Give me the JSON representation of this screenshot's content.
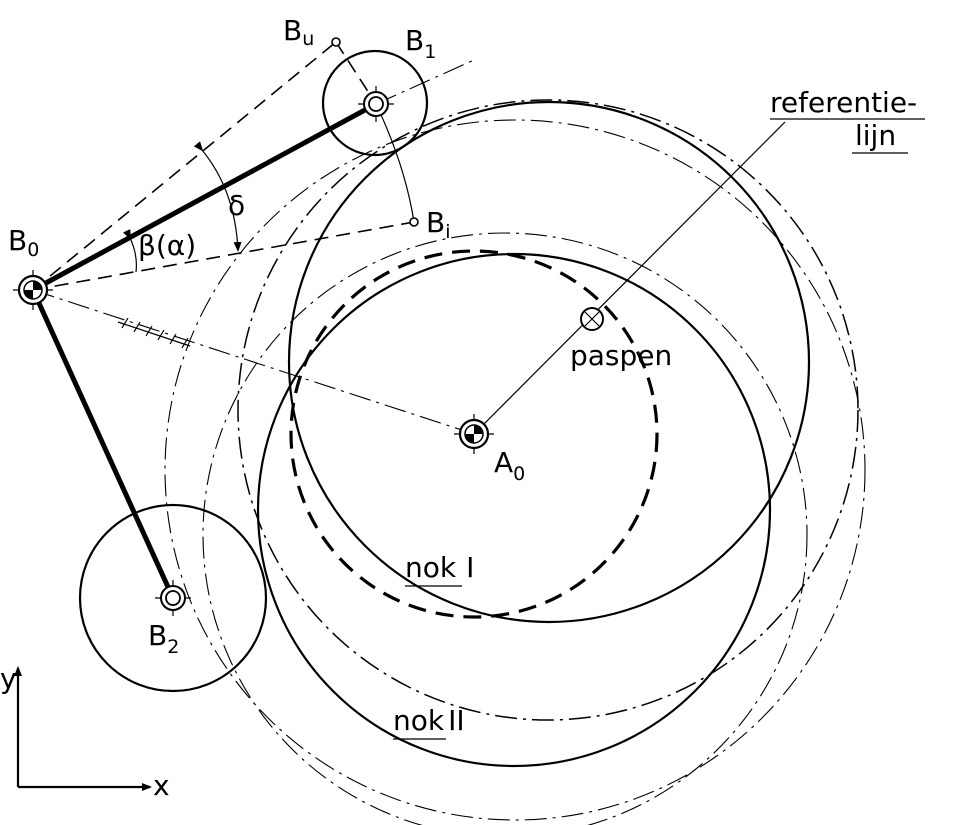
{
  "labels": {
    "bu": "B",
    "bu_sub": "u",
    "b1": "B",
    "b1_sub": "1",
    "bi": "B",
    "bi_sub": "i",
    "b0": "B",
    "b0_sub": "0",
    "b2": "B",
    "b2_sub": "2",
    "a0": "A",
    "a0_sub": "0",
    "delta": "δ",
    "beta": "β(α)",
    "referentie": "referentie-",
    "lijn": "lijn",
    "paspen": "paspen",
    "nok1": "nok",
    "nok1_num": "I",
    "nok2": "nok",
    "nok2_num": "II",
    "axis_x": "x",
    "axis_y": "y"
  }
}
